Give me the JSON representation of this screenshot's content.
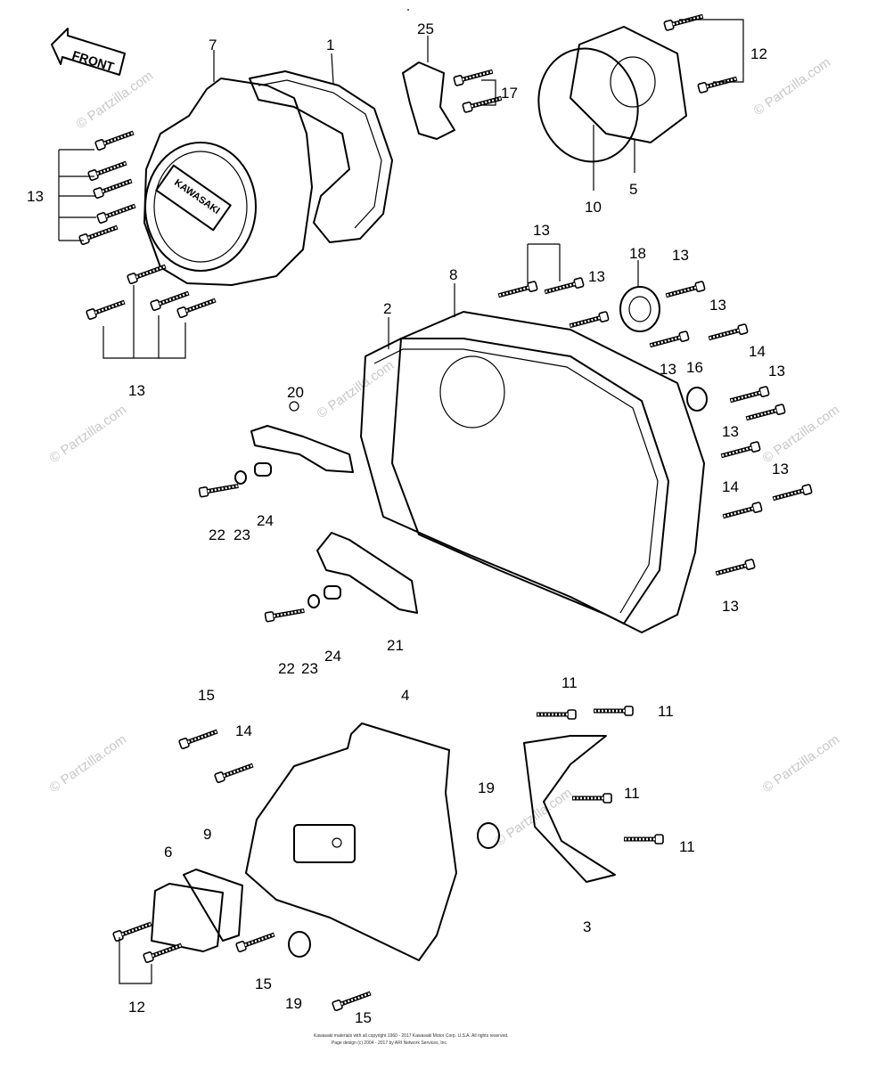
{
  "front_label": "FRONT",
  "cover_brand": "KAWASAKI",
  "watermark": "© Partzilla.com",
  "copyright_line1": "Kawasaki materials with all copyright 1960 - 2017 Kawasaki Motor Corp. U.S.A. All rights reserved.",
  "copyright_line2": "Page design (c) 2004 - 2017 by ARI Network Services, Inc.",
  "callouts": {
    "c1": "1",
    "c2": "2",
    "c3": "3",
    "c4": "4",
    "c5": "5",
    "c6": "6",
    "c7": "7",
    "c8": "8",
    "c9": "9",
    "c10": "10",
    "c11a": "11",
    "c11b": "11",
    "c11c": "11",
    "c11d": "11",
    "c12a": "12",
    "c12b": "12",
    "c13a": "13",
    "c13b": "13",
    "c13c": "13",
    "c13d": "13",
    "c13e": "13",
    "c13f": "13",
    "c13g": "13",
    "c13h": "13",
    "c13i": "13",
    "c13j": "13",
    "c13k": "13",
    "c14a": "14",
    "c14b": "14",
    "c14c": "14",
    "c15a": "15",
    "c15b": "15",
    "c15c": "15",
    "c16": "16",
    "c17": "17",
    "c18": "18",
    "c19a": "19",
    "c19b": "19",
    "c20": "20",
    "c21": "21",
    "c22a": "22",
    "c22b": "22",
    "c23a": "23",
    "c23b": "23",
    "c24a": "24",
    "c24b": "24",
    "c25": "25"
  }
}
